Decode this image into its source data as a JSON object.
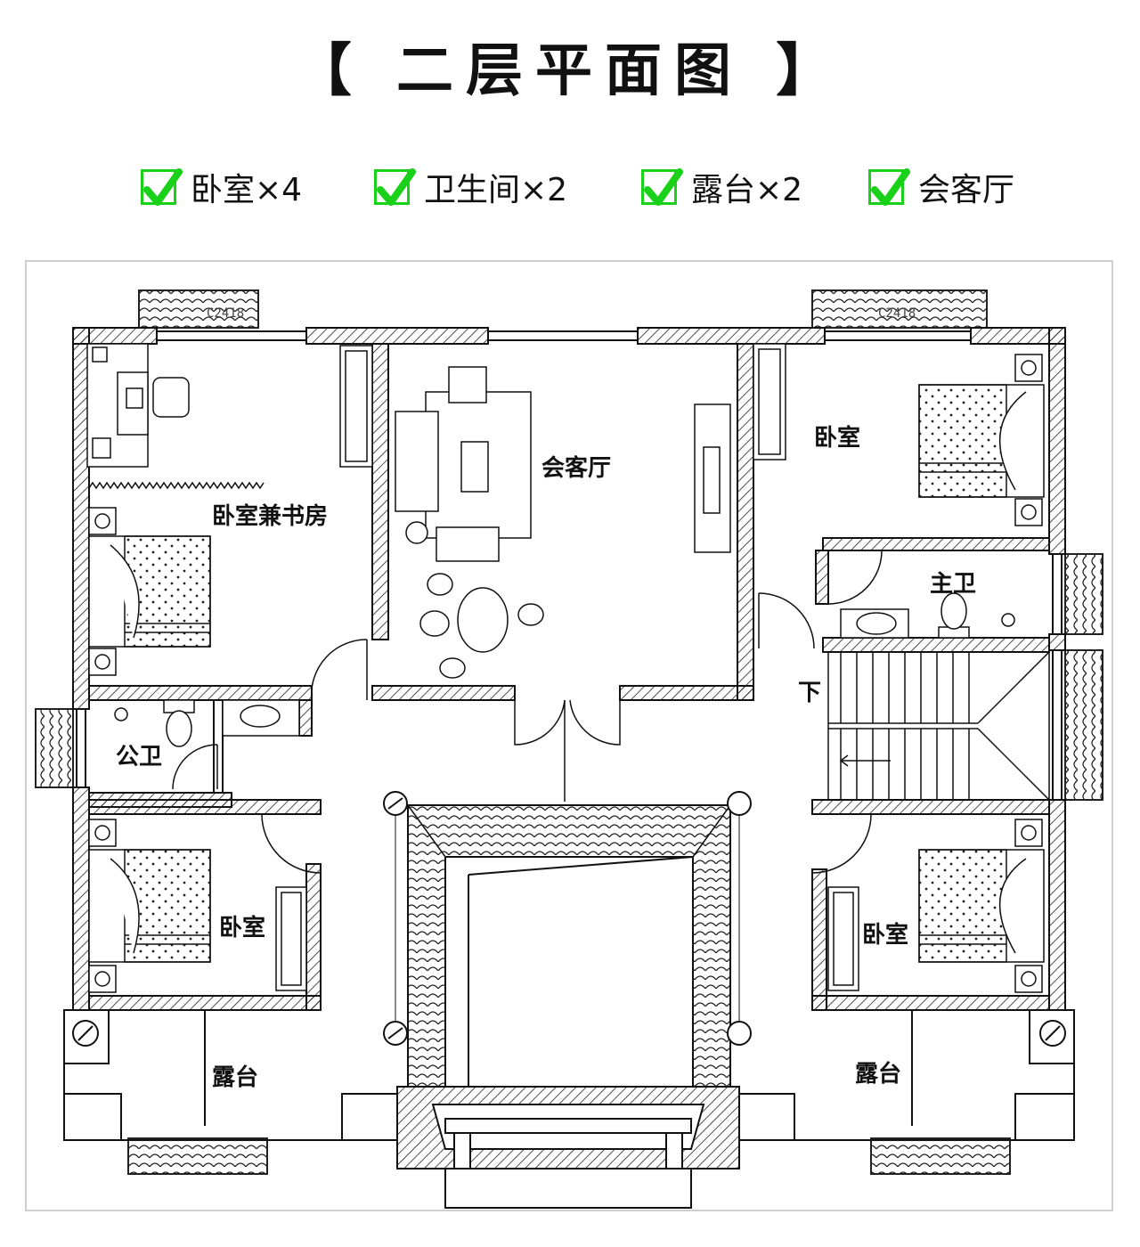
{
  "title": "【 二层平面图 】",
  "features": [
    {
      "label": "卧室×4"
    },
    {
      "label": "卫生间×2"
    },
    {
      "label": "露台×2"
    },
    {
      "label": "会客厅"
    }
  ],
  "accent_color": "#19d119",
  "rooms": {
    "bedroom_study": "卧室兼书房",
    "reception": "会客厅",
    "bedroom_ne": "卧室",
    "master_bath": "主卫",
    "down": "下",
    "public_bath": "公卫",
    "bedroom_sw": "卧室",
    "bedroom_se": "卧室",
    "terrace_w": "露台",
    "terrace_e": "露台"
  },
  "windows": {
    "north_w": "C2418",
    "north_e": "C2418"
  }
}
